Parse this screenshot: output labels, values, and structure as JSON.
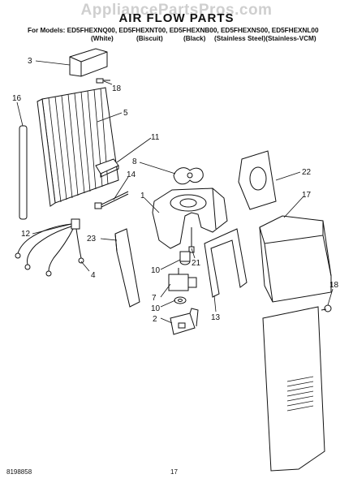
{
  "watermark": "AppliancePartsPros.com",
  "title": "AIR FLOW PARTS",
  "models_line": "For Models: ED5FHEXNQ00, ED5FHEXNT00, ED5FHEXNB00, ED5FHEXNS00, ED5FHEXNL00",
  "colors": [
    "(White)",
    "(Biscuit)",
    "(Black)",
    "(Stainless Steel)(Stainless-VCM)"
  ],
  "callouts": {
    "c3": "3",
    "c18a": "18",
    "c16": "16",
    "c5": "5",
    "c11": "11",
    "c8": "8",
    "c14": "14",
    "c22": "22",
    "c17": "17",
    "c1": "1",
    "c12": "12",
    "c23": "23",
    "c21": "21",
    "c4": "4",
    "c10a": "10",
    "c13": "13",
    "c18b": "18",
    "c7": "7",
    "c10b": "10",
    "c2": "2"
  },
  "footer": {
    "doc_number": "8198858",
    "page_number": "17"
  }
}
